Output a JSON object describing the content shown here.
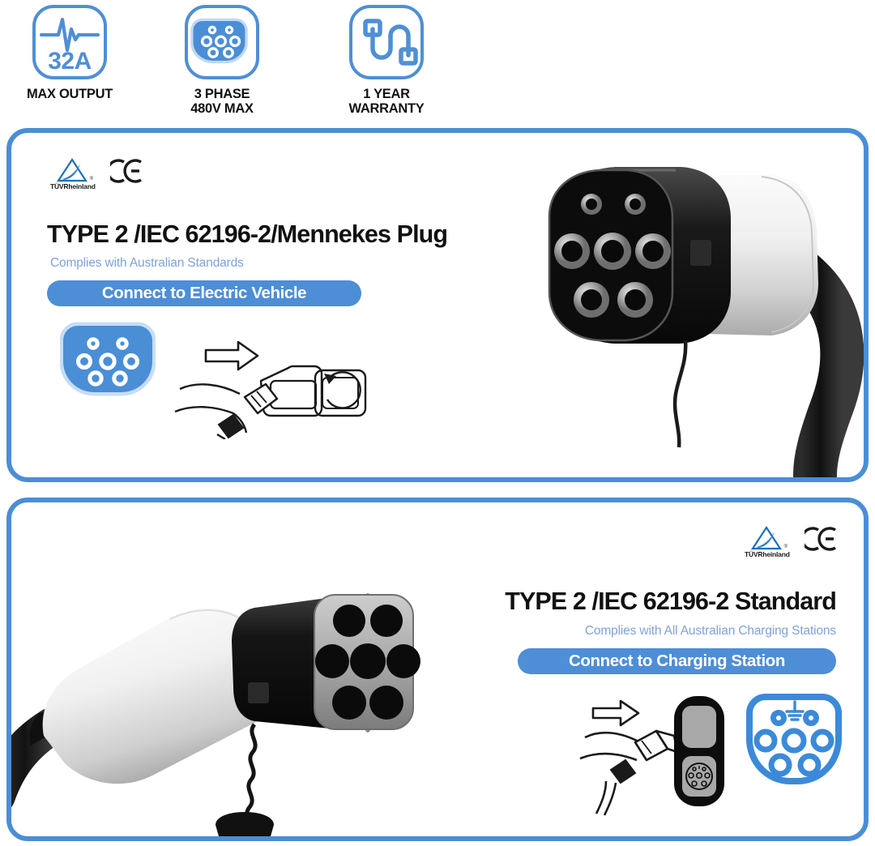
{
  "features": [
    {
      "icon": "waveform-32a-icon",
      "icon_value": "32A",
      "label": "MAX OUTPUT"
    },
    {
      "icon": "type2-connector-filled-icon",
      "label": "3 PHASE\n480V MAX"
    },
    {
      "icon": "charging-cable-icon",
      "label": "1 YEAR WARRANTY"
    }
  ],
  "panels": [
    {
      "id": "ev-plug-panel",
      "certifications": {
        "tuv_label": "TÜVRheinland",
        "tuv_registered_mark": "®",
        "ce_label": "CE"
      },
      "title": "TYPE 2 /IEC 62196-2/Mennekes Plug",
      "subtitle": "Complies with Australian Standards",
      "pill_label": "Connect to Electric Vehicle",
      "socket_icon": "type2-socket-filled-icon",
      "diagram_icon": "hand-inserting-plug-into-car-port-diagram",
      "arrow_icon": "arrow-right-icon",
      "product_photo": "type2-plug-front-photo"
    },
    {
      "id": "charging-station-panel",
      "certifications": {
        "tuv_label": "TÜVRheinland",
        "tuv_registered_mark": "®",
        "ce_label": "CE"
      },
      "title": "TYPE 2 /IEC 62196-2 Standard",
      "subtitle": "Complies with All  Australian Charging Stations",
      "pill_label": "Connect to Charging Station",
      "socket_icon": "type2-socket-outline-icon",
      "diagram_icon": "hand-inserting-plug-into-charging-station-diagram",
      "station_icon": "charging-station-pillar-icon",
      "arrow_icon": "arrow-right-icon",
      "product_photo": "type2-plug-side-photo"
    }
  ],
  "colors": {
    "accent_blue": "#4a8ed6",
    "icon_blue": "#4f8fd4",
    "subtitle_blue": "#7fa2d6",
    "title_black": "#111111",
    "tuv_blue": "#1f6fb5"
  }
}
